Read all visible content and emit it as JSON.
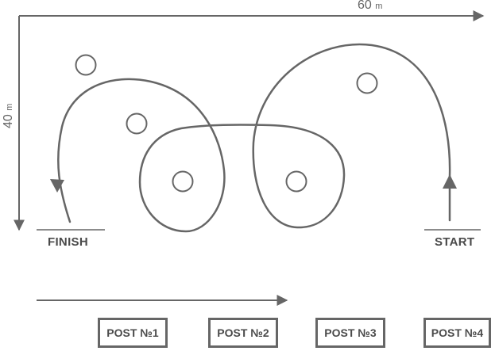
{
  "dimensions": {
    "width": {
      "value": "60",
      "unit": "m"
    },
    "height": {
      "value": "40",
      "unit": "m"
    }
  },
  "labels": {
    "finish": "FINISH",
    "start": "START"
  },
  "posts": [
    {
      "label": "POST №1"
    },
    {
      "label": "POST №2"
    },
    {
      "label": "POST №3"
    },
    {
      "label": "POST №4"
    }
  ],
  "colors": {
    "line": "#666666",
    "text": "#4a4a4a"
  }
}
